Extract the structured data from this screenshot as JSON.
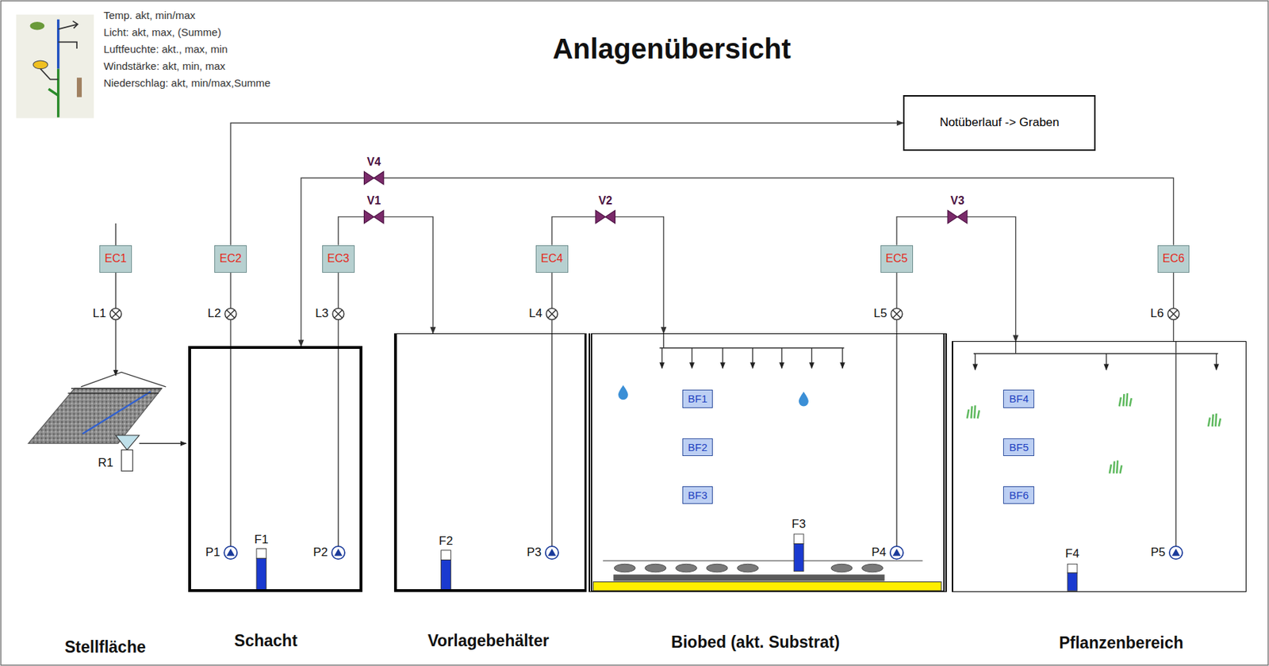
{
  "diagram": {
    "title": "Anlagenübersicht",
    "nodes": [
      {
        "text": [
          "Notüberlauf -> Graben"
        ]
      },
      {
        "text": [
          "EC1"
        ]
      },
      {
        "text": [
          "EC2"
        ]
      },
      {
        "text": [
          "EC3"
        ]
      },
      {
        "text": [
          "EC4"
        ]
      },
      {
        "text": [
          "EC5"
        ]
      },
      {
        "text": [
          "EC6"
        ]
      },
      {
        "text": [
          "Schacht"
        ]
      },
      {
        "text": [
          "Vorlagebehälter"
        ]
      },
      {
        "text": [
          "Biobed (akt. Substrat)"
        ]
      },
      {
        "text": [
          "BF1"
        ],
        "in": 9
      },
      {
        "text": [
          "BF2"
        ],
        "in": 9
      },
      {
        "text": [
          "BF3"
        ],
        "in": 9
      },
      {
        "text": [
          "Pflanzenbereich"
        ]
      },
      {
        "text": [
          "BF4"
        ],
        "in": 13
      },
      {
        "text": [
          "BF5"
        ],
        "in": 13
      },
      {
        "text": [
          "BF6"
        ],
        "in": 13
      }
    ],
    "edges": [
      {
        "from": 7,
        "to": 2,
        "arrow": "none"
      },
      {
        "from": 2,
        "to": 0,
        "arrow": "to"
      },
      {
        "from": 7,
        "to": 3,
        "arrow": "none"
      },
      {
        "from": 3,
        "to": 8,
        "arrow": "to"
      },
      {
        "from": 8,
        "to": 4,
        "arrow": "none"
      },
      {
        "from": 4,
        "to": 9,
        "arrow": "to"
      },
      {
        "from": 9,
        "to": 5,
        "arrow": "none"
      },
      {
        "from": 5,
        "to": 13,
        "arrow": "to"
      },
      {
        "from": 13,
        "to": 6,
        "arrow": "none"
      },
      {
        "from": 6,
        "to": 7,
        "arrow": "to"
      }
    ],
    "labels": [
      "Temp. akt, min/max",
      "Licht: akt, max, (Summe)",
      "Luftfeuchte: akt., max, min",
      "Windstärke: akt, min, max",
      "Niederschlag: akt, min/max,Summe",
      "V4",
      "V1",
      "V2",
      "V3",
      "L1",
      "L2",
      "L3",
      "L4",
      "L5",
      "L6",
      "R1",
      "P1",
      "F1",
      "P2",
      "F2",
      "P3",
      "F3",
      "P4",
      "F4",
      "P5",
      "Stellfläche"
    ]
  }
}
